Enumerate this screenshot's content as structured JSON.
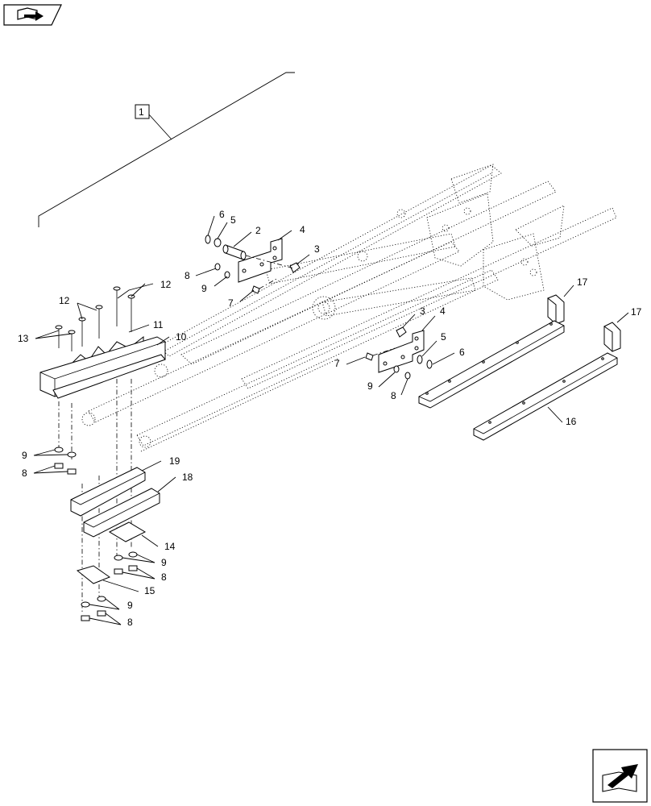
{
  "callouts": {
    "assembly": "1",
    "top_group": [
      "6",
      "5",
      "2",
      "4",
      "3",
      "8",
      "9",
      "7"
    ],
    "right_group": [
      "3",
      "4",
      "5",
      "6",
      "7",
      "9",
      "8"
    ],
    "left_group": [
      "12",
      "12",
      "13",
      "11",
      "10",
      "9",
      "8",
      "19",
      "18",
      "14",
      "9",
      "8",
      "15",
      "9",
      "8"
    ],
    "brackets": [
      "17",
      "17",
      "16"
    ]
  },
  "icons": {
    "top_nav": "book-arrow-icon",
    "bottom_nav": "next-page-arrow-icon"
  }
}
